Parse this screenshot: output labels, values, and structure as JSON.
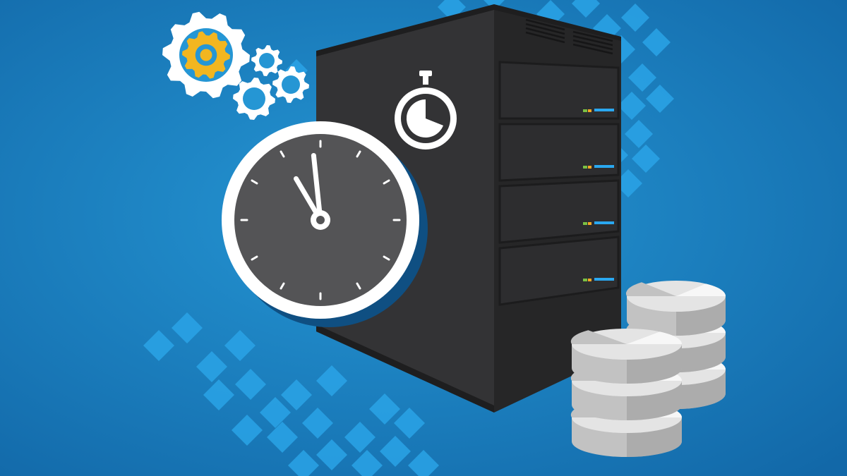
{
  "scene": {
    "subject": "server-clock-illustration"
  },
  "colors": {
    "background_center": "#2596d4",
    "background_edge": "#1268a8",
    "diamond": "#2aa3e6",
    "server_front": "#333335",
    "server_side": "#262627",
    "server_top": "#1e1e1f",
    "server_drawer": "#2d2d2f",
    "server_drawer_line": "#1c1c1d",
    "clock_face": "#545456",
    "clock_rim": "#ffffff",
    "clock_shadow": "#0f4f82",
    "gear_white": "#ffffff",
    "gear_yellow": "#f2b620",
    "led_blue": "#2aa8f0",
    "led_green": "#7bc043",
    "led_orange": "#f5a623",
    "db_light": "#e4e4e4",
    "db_mid": "#c2c2c2",
    "db_dark": "#9a9a9a",
    "db_white": "#f7f7f7"
  },
  "clock": {
    "hour": 10,
    "minute": 59
  },
  "icons": [
    "gears-icon",
    "wall-clock-icon",
    "stopwatch-icon",
    "server-rack-icon",
    "database-icon"
  ],
  "server": {
    "drawer_count": 4
  },
  "database": {
    "stack_count": 2,
    "disks_per_stack": 3
  }
}
